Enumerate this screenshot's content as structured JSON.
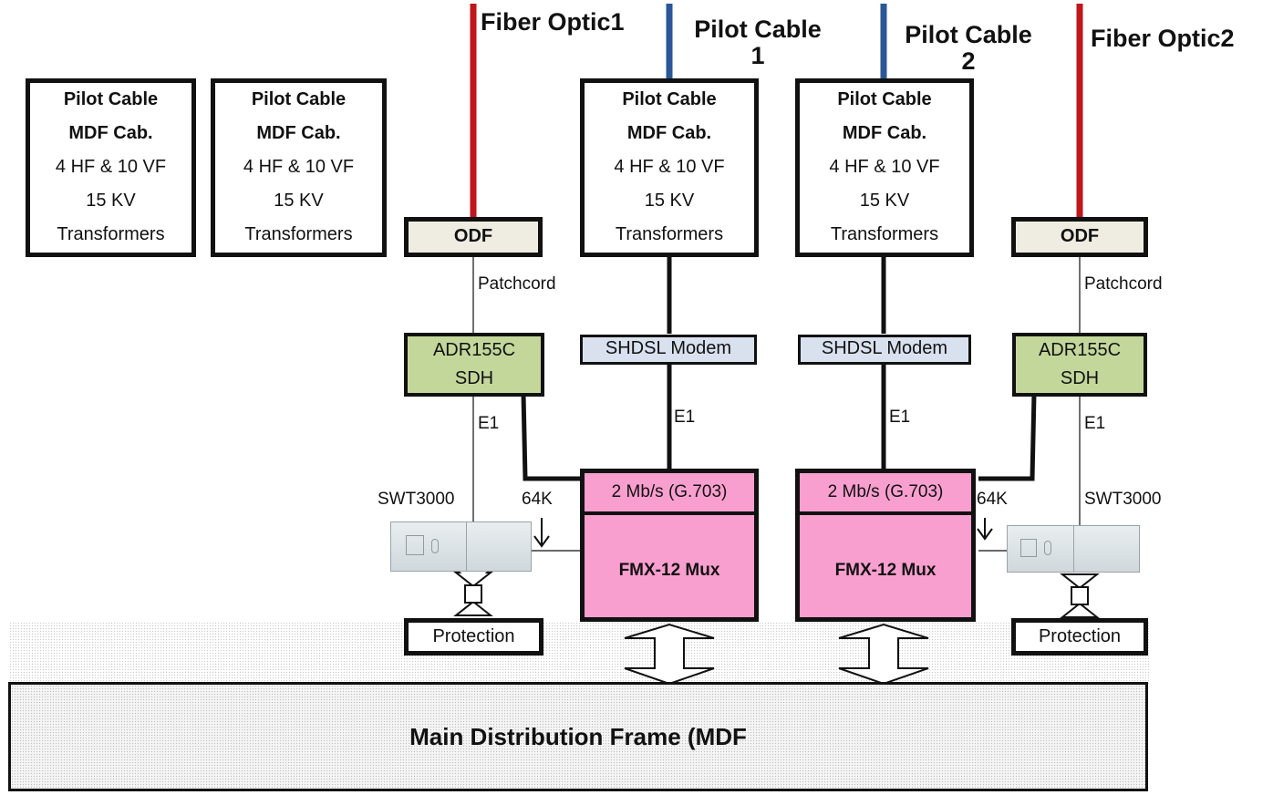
{
  "colors": {
    "fiber": "#c0161c",
    "pilot": "#2b5797",
    "sdh_fill": "#c4d79b",
    "modem_fill": "#d9e1ef",
    "mux_fill": "#f99fcf",
    "odf_fill": "#efede2"
  },
  "top_labels": {
    "fiber1": "Fiber Optic1",
    "pilot1_line1": "Pilot Cable",
    "pilot1_line2": "1",
    "pilot2_line1": "Pilot Cable",
    "pilot2_line2": "2",
    "fiber2": "Fiber Optic2"
  },
  "mdf_cabinets": [
    {
      "title": "Pilot Cable",
      "subtitle": "MDF Cab.",
      "line3": "4 HF & 10 VF",
      "line4": "15 KV",
      "line5": "Transformers"
    },
    {
      "title": "Pilot Cable",
      "subtitle": "MDF Cab.",
      "line3": "4 HF & 10 VF",
      "line4": "15 KV",
      "line5": "Transformers"
    },
    {
      "title": "Pilot Cable",
      "subtitle": "MDF Cab.",
      "line3": "4 HF & 10 VF",
      "line4": "15 KV",
      "line5": "Transformers"
    },
    {
      "title": "Pilot Cable",
      "subtitle": "MDF Cab.",
      "line3": "4 HF & 10 VF",
      "line4": "15 KV",
      "line5": "Transformers"
    }
  ],
  "odf": [
    "ODF",
    "ODF"
  ],
  "patchcord": [
    "Patchcord",
    "Patchcord"
  ],
  "sdh": [
    {
      "line1": "ADR155C",
      "line2": "SDH"
    },
    {
      "line1": "ADR155C",
      "line2": "SDH"
    }
  ],
  "modems": [
    "SHDSL Modem",
    "SHDSL Modem"
  ],
  "e1_labels": [
    "E1",
    "E1",
    "E1",
    "E1"
  ],
  "mux": [
    {
      "top": "2 Mb/s (G.703)",
      "name": "FMX-12 Mux"
    },
    {
      "top": "2 Mb/s (G.703)",
      "name": "FMX-12 Mux"
    }
  ],
  "swt": [
    "SWT3000",
    "SWT3000"
  ],
  "k64": [
    "64K",
    "64K"
  ],
  "protection": [
    "Protection",
    "Protection"
  ],
  "mdf_main": "Main Distribution Frame (MDF"
}
